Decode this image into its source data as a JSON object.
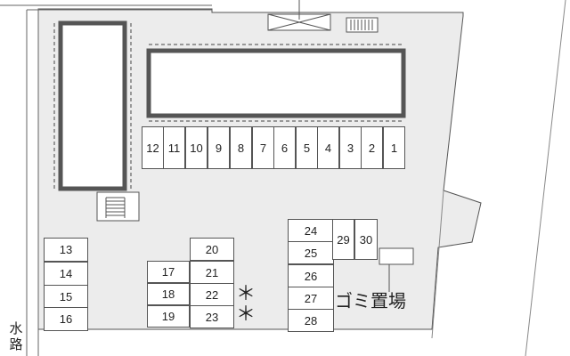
{
  "parking_stalls": [
    {
      "number": "12"
    },
    {
      "number": "11"
    },
    {
      "number": "10"
    },
    {
      "number": "9"
    },
    {
      "number": "8"
    },
    {
      "number": "7"
    },
    {
      "number": "6"
    },
    {
      "number": "5"
    },
    {
      "number": "4"
    },
    {
      "number": "3"
    },
    {
      "number": "2"
    },
    {
      "number": "1"
    },
    {
      "number": "13"
    },
    {
      "number": "14"
    },
    {
      "number": "15"
    },
    {
      "number": "16"
    },
    {
      "number": "17"
    },
    {
      "number": "18"
    },
    {
      "number": "19"
    },
    {
      "number": "20"
    },
    {
      "number": "21"
    },
    {
      "number": "22"
    },
    {
      "number": "23"
    },
    {
      "number": "24"
    },
    {
      "number": "25"
    },
    {
      "number": "26"
    },
    {
      "number": "27"
    },
    {
      "number": "28"
    },
    {
      "number": "29"
    },
    {
      "number": "30"
    }
  ],
  "labels": {
    "waterway_top": "水",
    "waterway_bottom": "路",
    "garbage": "ゴミ置場",
    "marker_top": "＊",
    "marker_bottom": "＊"
  },
  "colors": {
    "site_fill": "#ececec",
    "building_outline": "#555555",
    "line": "#666666"
  }
}
